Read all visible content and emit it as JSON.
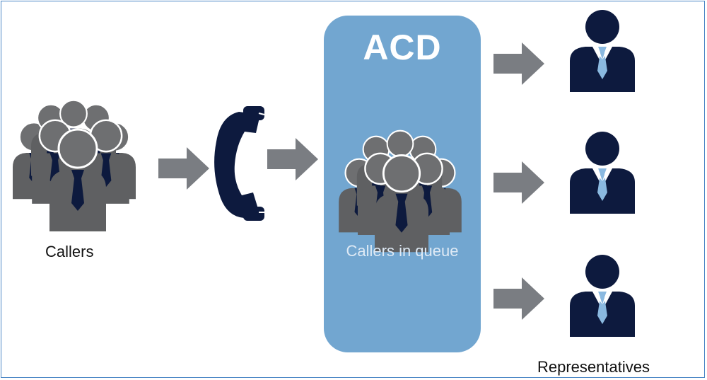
{
  "diagram": {
    "acd_title": "ACD",
    "callers_label": "Callers",
    "queue_label": "Callers in queue",
    "representatives_label": "Representatives"
  },
  "colors": {
    "border": "#4a86c5",
    "acd_box": "#72a6d0",
    "arrow": "#7a7d82",
    "person_gray": "#5f6062",
    "navy": "#0d1a3e",
    "tie_light": "#8ab9e0",
    "phone": "#0d1a3e"
  },
  "icons": [
    "group-of-people-icon",
    "telephone-handset-icon",
    "arrow-right-icon",
    "representative-person-icon"
  ]
}
